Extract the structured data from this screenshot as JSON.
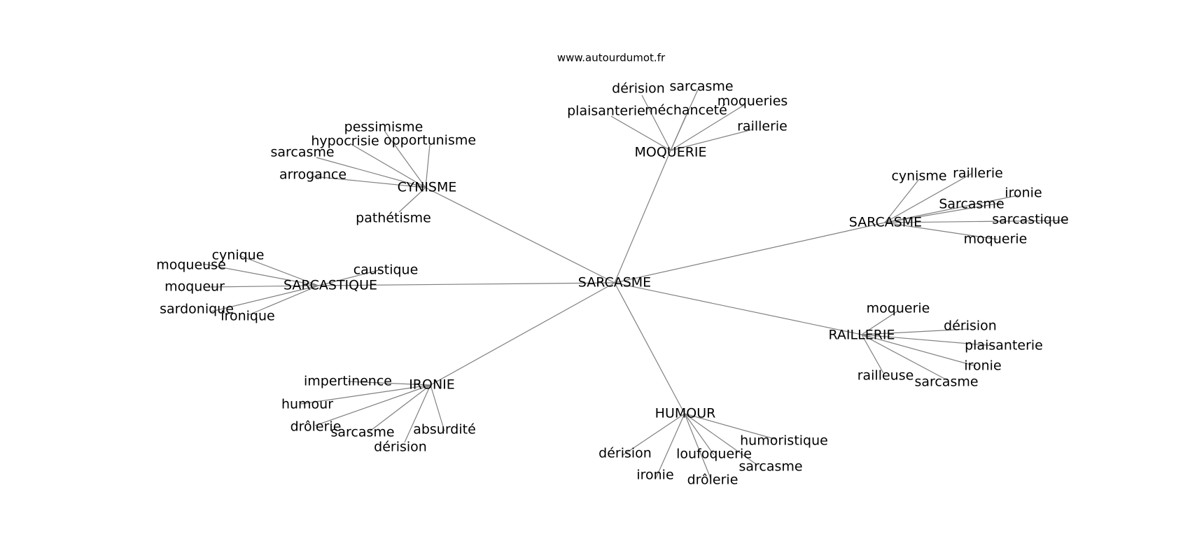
{
  "source": "www.autourdumot.fr",
  "center": "SARCASME",
  "clusters": [
    {
      "id": "moquerie",
      "label": "MOQUERIE",
      "leaves": [
        "dérision",
        "sarcasme",
        "moqueries",
        "plaisanterie",
        "méchanceté",
        "raillerie"
      ]
    },
    {
      "id": "cynisme",
      "label": "CYNISME",
      "leaves": [
        "pessimisme",
        "hypocrisie",
        "opportunisme",
        "sarcasme",
        "arrogance",
        "pathétisme"
      ]
    },
    {
      "id": "sarcasme",
      "label": "SARCASME",
      "leaves": [
        "cynisme",
        "raillerie",
        "ironie",
        "Sarcasme",
        "sarcastique",
        "moquerie"
      ]
    },
    {
      "id": "sarcastique",
      "label": "SARCASTIQUE",
      "leaves": [
        "cynique",
        "moqueuse",
        "caustique",
        "moqueur",
        "sardonique",
        "ironique"
      ]
    },
    {
      "id": "raillerie",
      "label": "RAILLERIE",
      "leaves": [
        "moquerie",
        "dérision",
        "plaisanterie",
        "ironie",
        "railleuse",
        "sarcasme"
      ]
    },
    {
      "id": "ironie",
      "label": "IRONIE",
      "leaves": [
        "impertinence",
        "humour",
        "drôlerie",
        "sarcasme",
        "absurdité",
        "dérision"
      ]
    },
    {
      "id": "humour",
      "label": "HUMOUR",
      "leaves": [
        "humoristique",
        "dérision",
        "loufoquerie",
        "sarcasme",
        "ironie",
        "drôlerie"
      ]
    }
  ]
}
